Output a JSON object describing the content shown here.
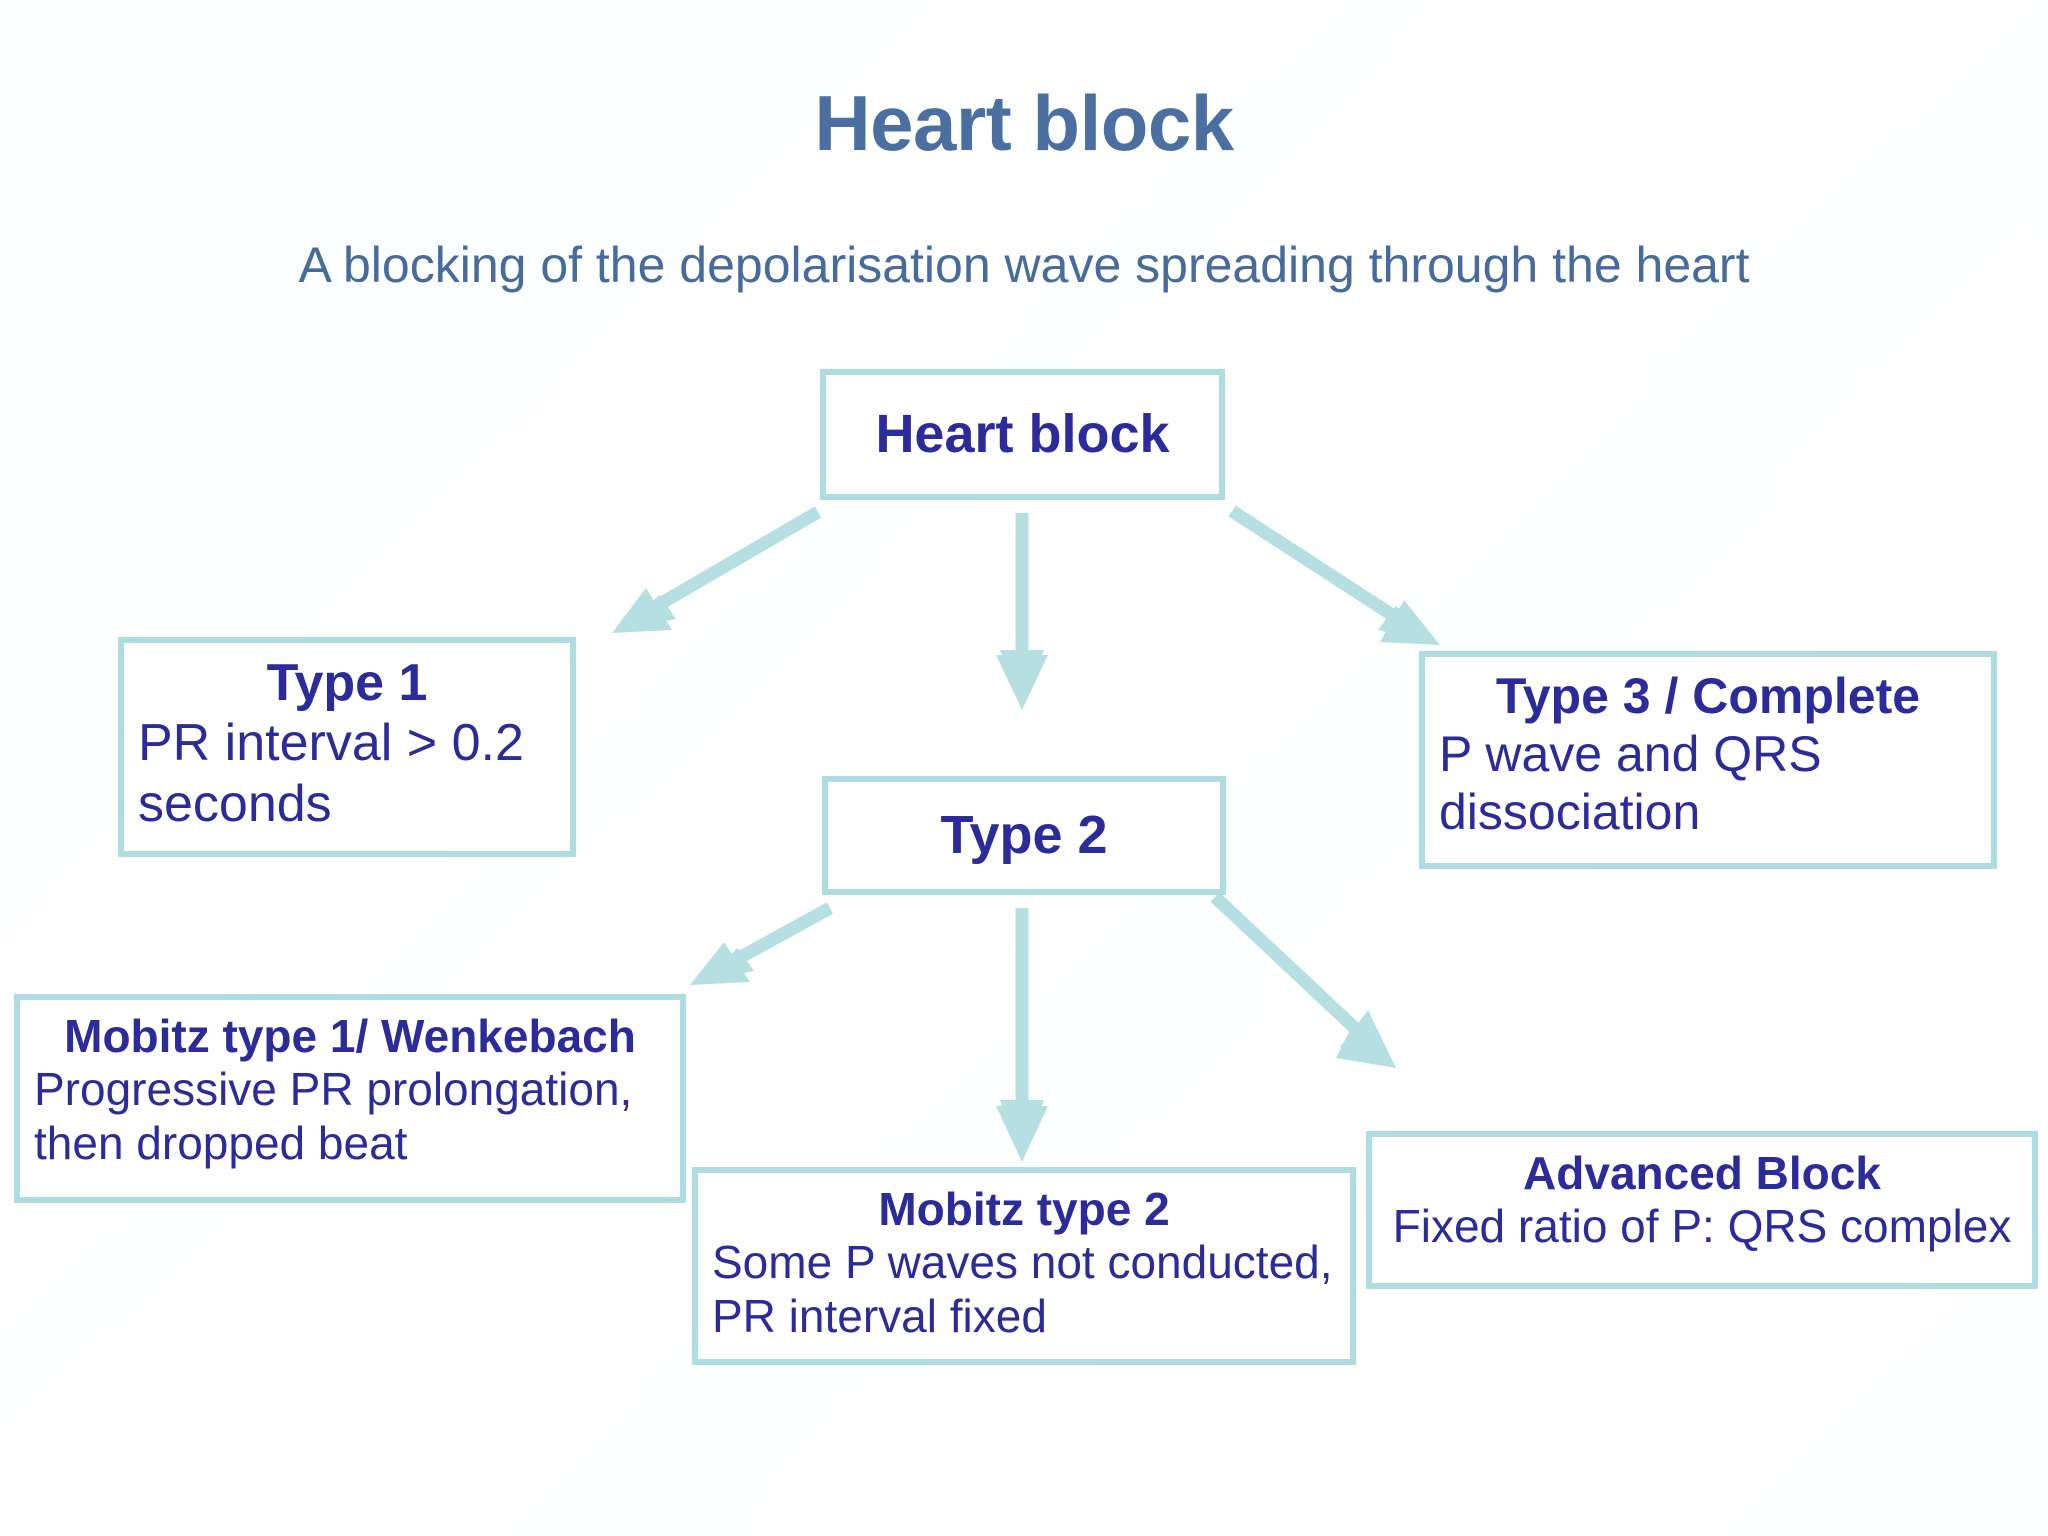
{
  "slide": {
    "title": "Heart block",
    "subtitle": "A blocking of the depolarisation wave spreading through the heart",
    "colors": {
      "title_blue": "#4a6fa0",
      "subtitle_blue": "#466b9c",
      "node_text_navy": "#2b2b9c",
      "box_border_teal": "#aedde1",
      "arrow_teal": "#b5dfe1",
      "background": "#ffffff"
    }
  },
  "diagram": {
    "type": "flowchart",
    "nodes": [
      {
        "id": "heart-block",
        "title": "Heart block",
        "desc": ""
      },
      {
        "id": "type-1",
        "title": "Type 1",
        "desc": "PR interval > 0.2 seconds"
      },
      {
        "id": "type-2",
        "title": "Type 2",
        "desc": ""
      },
      {
        "id": "type-3-complete",
        "title": "Type 3 / Complete",
        "desc": "P wave and QRS dissociation"
      },
      {
        "id": "mobitz-type-1",
        "title": "Mobitz type 1/ Wenkebach",
        "desc": "Progressive PR prolongation, then dropped beat"
      },
      {
        "id": "mobitz-type-2",
        "title": "Mobitz type 2",
        "desc": "Some P waves not conducted, PR interval fixed"
      },
      {
        "id": "advanced-block",
        "title": "Advanced Block",
        "desc": "Fixed ratio of P: QRS complex"
      }
    ],
    "edges": [
      {
        "from": "heart-block",
        "to": "type-1",
        "name": "arrow-heartblock-to-type1"
      },
      {
        "from": "heart-block",
        "to": "type-2",
        "name": "arrow-heartblock-to-type2"
      },
      {
        "from": "heart-block",
        "to": "type-3-complete",
        "name": "arrow-heartblock-to-type3"
      },
      {
        "from": "type-2",
        "to": "mobitz-type-1",
        "name": "arrow-type2-to-mobitz1"
      },
      {
        "from": "type-2",
        "to": "mobitz-type-2",
        "name": "arrow-type2-to-mobitz2"
      },
      {
        "from": "type-2",
        "to": "advanced-block",
        "name": "arrow-type2-to-advanced"
      }
    ]
  }
}
